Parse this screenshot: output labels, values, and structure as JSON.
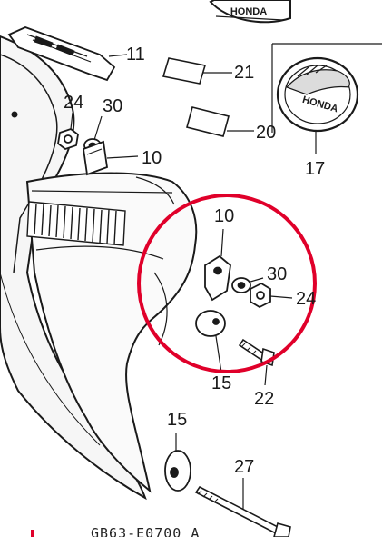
{
  "callouts": {
    "p11": "11",
    "p21": "21",
    "p24_top": "24",
    "p30_top": "30",
    "p20": "20",
    "p10_top": "10",
    "p17": "17",
    "p10_mid": "10",
    "p30_mid": "30",
    "p24_mid": "24",
    "p15_mid": "15",
    "p22": "22",
    "p15_bottom": "15",
    "p27": "27"
  },
  "emblem": {
    "text_top": "HONDA",
    "text_main": "HONDA"
  },
  "drawing_code": "GB63-E0700 A",
  "colors": {
    "line": "#1a1a1a",
    "highlight": "#e0002a",
    "paper": "#ffffff",
    "shade": "#d8d8d8"
  }
}
